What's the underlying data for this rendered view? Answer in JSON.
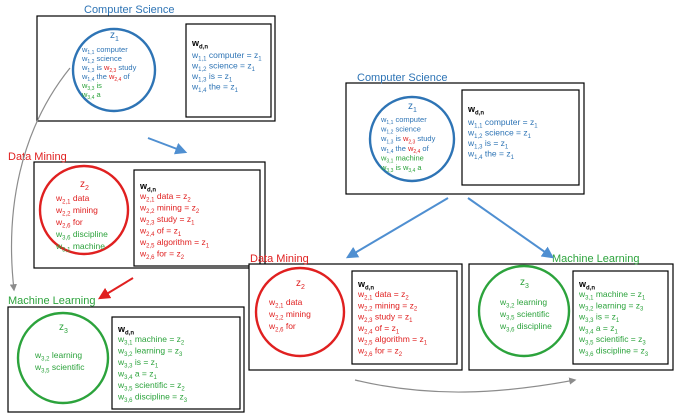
{
  "colors": {
    "blue": "#2e74b5",
    "red": "#e02020",
    "green": "#2ca33c",
    "black": "#000000",
    "gray": "#8c8c8c",
    "arrow_blue": "#4f8fd1",
    "arrow_red": "#e02020"
  },
  "diagram": {
    "sequential": {
      "cs": {
        "title": "Computer Science",
        "topic": "z",
        "topic_sub": "1",
        "words": [
          {
            "w": "w",
            "sub": "1,1",
            "text": "computer",
            "color": "blue"
          },
          {
            "w": "w",
            "sub": "1,2",
            "text": "science",
            "color": "blue"
          },
          {
            "w": "w",
            "sub": "1,3",
            "text": "is",
            "color": "blue",
            "ref": "w",
            "ref_sub": "2,3",
            "ref_color": "red",
            "tail": "study",
            "tail_color": "blue"
          },
          {
            "w": "w",
            "sub": "1,4",
            "text": "the",
            "color": "blue",
            "ref": "w",
            "ref_sub": "2,4",
            "ref_color": "red",
            "tail": "of",
            "tail_color": "blue"
          },
          {
            "w": "w",
            "sub": "3,3",
            "text": "is",
            "color": "green"
          },
          {
            "w": "w",
            "sub": "3,4",
            "text": "a",
            "color": "green"
          }
        ],
        "header": "w",
        "header_sub": "d,n",
        "rows": [
          {
            "w": "w",
            "sub": "1,1",
            "word": "computer",
            "z_sub": "1",
            "color": "blue"
          },
          {
            "w": "w",
            "sub": "1,2",
            "word": "science",
            "z_sub": "1",
            "color": "blue"
          },
          {
            "w": "w",
            "sub": "1,3",
            "word": "is",
            "z_sub": "1",
            "color": "blue"
          },
          {
            "w": "w",
            "sub": "1,4",
            "word": "the",
            "z_sub": "1",
            "color": "blue"
          }
        ]
      },
      "dm": {
        "title": "Data Mining",
        "topic": "z",
        "topic_sub": "2",
        "words": [
          {
            "w": "w",
            "sub": "2,1",
            "text": "data",
            "color": "red"
          },
          {
            "w": "w",
            "sub": "2,2",
            "text": "mining",
            "color": "red"
          },
          {
            "w": "w",
            "sub": "2,6",
            "text": "for",
            "color": "red"
          },
          {
            "w": "w",
            "sub": "3,6",
            "text": "discipline",
            "color": "green"
          },
          {
            "w": "w",
            "sub": "3,1",
            "text": "machine",
            "color": "green"
          }
        ],
        "header": "w",
        "header_sub": "d,n",
        "rows": [
          {
            "w": "w",
            "sub": "2,1",
            "word": "data",
            "z_sub": "2",
            "color": "red"
          },
          {
            "w": "w",
            "sub": "2,2",
            "word": "mining",
            "z_sub": "2",
            "color": "red"
          },
          {
            "w": "w",
            "sub": "2,3",
            "word": "study",
            "z_sub": "1",
            "color": "red"
          },
          {
            "w": "w",
            "sub": "2,4",
            "word": "of",
            "z_sub": "1",
            "color": "red"
          },
          {
            "w": "w",
            "sub": "2,5",
            "word": "algorithm",
            "z_sub": "1",
            "color": "red"
          },
          {
            "w": "w",
            "sub": "2,6",
            "word": "for",
            "z_sub": "2",
            "color": "red"
          }
        ]
      },
      "ml": {
        "title": "Machine Learning",
        "topic": "z",
        "topic_sub": "3",
        "words": [
          {
            "w": "w",
            "sub": "3,2",
            "text": "learning",
            "color": "green"
          },
          {
            "w": "w",
            "sub": "3,5",
            "text": "scientific",
            "color": "green"
          }
        ],
        "header": "w",
        "header_sub": "d,n",
        "rows": [
          {
            "w": "w",
            "sub": "3,1",
            "word": "machine",
            "z_sub": "2",
            "color": "green"
          },
          {
            "w": "w",
            "sub": "3,2",
            "word": "learning",
            "z_sub": "3",
            "color": "green"
          },
          {
            "w": "w",
            "sub": "3,3",
            "word": "is",
            "z_sub": "1",
            "color": "green"
          },
          {
            "w": "w",
            "sub": "3,4",
            "word": "a",
            "z_sub": "1",
            "color": "green"
          },
          {
            "w": "w",
            "sub": "3,5",
            "word": "scientific",
            "z_sub": "2",
            "color": "green"
          },
          {
            "w": "w",
            "sub": "3,6",
            "word": "discipline",
            "z_sub": "3",
            "color": "green"
          }
        ]
      }
    },
    "tree": {
      "cs": {
        "title": "Computer Science",
        "topic": "z",
        "topic_sub": "1",
        "words": [
          {
            "w": "w",
            "sub": "1,1",
            "text": "computer",
            "color": "blue"
          },
          {
            "w": "w",
            "sub": "1,2",
            "text": "science",
            "color": "blue"
          },
          {
            "w": "w",
            "sub": "1,3",
            "text": "is",
            "color": "blue",
            "ref": "w",
            "ref_sub": "2,3",
            "ref_color": "red",
            "tail": "study",
            "tail_color": "blue"
          },
          {
            "w": "w",
            "sub": "1,4",
            "text": "the",
            "color": "blue",
            "ref": "w",
            "ref_sub": "2,4",
            "ref_color": "red",
            "tail": "of",
            "tail_color": "blue"
          },
          {
            "w": "w",
            "sub": "3,1",
            "text": "machine",
            "color": "green"
          },
          {
            "w": "w",
            "sub": "3,3",
            "text": "is",
            "color": "green",
            "ref": "w",
            "ref_sub": "3,4",
            "ref_color": "green",
            "tail": "a",
            "tail_color": "green"
          }
        ],
        "header": "w",
        "header_sub": "d,n",
        "rows": [
          {
            "w": "w",
            "sub": "1,1",
            "word": "computer",
            "z_sub": "1",
            "color": "blue"
          },
          {
            "w": "w",
            "sub": "1,2",
            "word": "science",
            "z_sub": "1",
            "color": "blue"
          },
          {
            "w": "w",
            "sub": "1,3",
            "word": "is",
            "z_sub": "1",
            "color": "blue"
          },
          {
            "w": "w",
            "sub": "1,4",
            "word": "the",
            "z_sub": "1",
            "color": "blue"
          }
        ]
      },
      "dm": {
        "title": "Data Mining",
        "topic": "z",
        "topic_sub": "2",
        "words": [
          {
            "w": "w",
            "sub": "2,1",
            "text": "data",
            "color": "red"
          },
          {
            "w": "w",
            "sub": "2,2",
            "text": "mining",
            "color": "red"
          },
          {
            "w": "w",
            "sub": "2,6",
            "text": "for",
            "color": "red"
          }
        ],
        "header": "w",
        "header_sub": "d,n",
        "rows": [
          {
            "w": "w",
            "sub": "2,1",
            "word": "data",
            "z_sub": "2",
            "color": "red"
          },
          {
            "w": "w",
            "sub": "2,2",
            "word": "mining",
            "z_sub": "2",
            "color": "red"
          },
          {
            "w": "w",
            "sub": "2,3",
            "word": "study",
            "z_sub": "1",
            "color": "red"
          },
          {
            "w": "w",
            "sub": "2,4",
            "word": "of",
            "z_sub": "1",
            "color": "red"
          },
          {
            "w": "w",
            "sub": "2,5",
            "word": "algorithm",
            "z_sub": "1",
            "color": "red"
          },
          {
            "w": "w",
            "sub": "2,6",
            "word": "for",
            "z_sub": "2",
            "color": "red"
          }
        ]
      },
      "ml": {
        "title": "Machine Learning",
        "topic": "z",
        "topic_sub": "3",
        "words": [
          {
            "w": "w",
            "sub": "3,2",
            "text": "learning",
            "color": "green"
          },
          {
            "w": "w",
            "sub": "3,5",
            "text": "scientific",
            "color": "green"
          },
          {
            "w": "w",
            "sub": "3,6",
            "text": "discipline",
            "color": "green"
          }
        ],
        "header": "w",
        "header_sub": "d,n",
        "rows": [
          {
            "w": "w",
            "sub": "3,1",
            "word": "machine",
            "z_sub": "1",
            "color": "green"
          },
          {
            "w": "w",
            "sub": "3,2",
            "word": "learning",
            "z_sub": "3",
            "color": "green"
          },
          {
            "w": "w",
            "sub": "3,3",
            "word": "is",
            "z_sub": "1",
            "color": "green"
          },
          {
            "w": "w",
            "sub": "3,4",
            "word": "a",
            "z_sub": "1",
            "color": "green"
          },
          {
            "w": "w",
            "sub": "3,5",
            "word": "scientific",
            "z_sub": "3",
            "color": "green"
          },
          {
            "w": "w",
            "sub": "3,6",
            "word": "discipline",
            "z_sub": "3",
            "color": "green"
          }
        ]
      }
    }
  }
}
